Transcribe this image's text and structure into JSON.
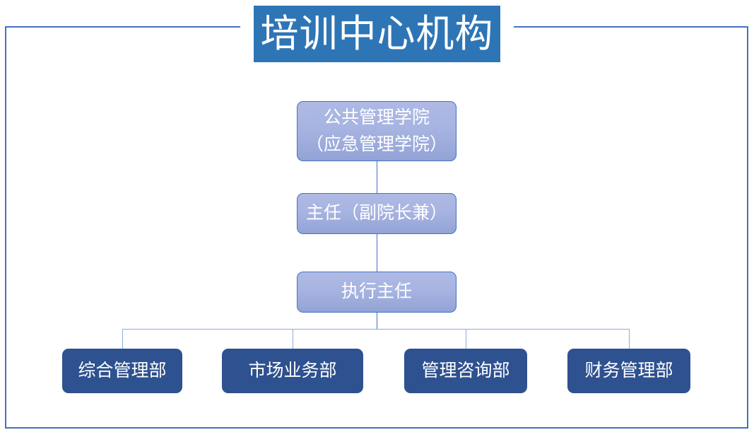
{
  "title": {
    "text": "培训中心机构",
    "background_color": "#2e75b6",
    "text_color": "#ffffff"
  },
  "frame": {
    "border_color": "#4472c4"
  },
  "chart_data": {
    "type": "diagram",
    "title": "培训中心机构",
    "diagram_kind": "organization-chart",
    "nodes": [
      {
        "id": "college",
        "level": 0,
        "lines": [
          "公共管理学院",
          "（应急管理学院）"
        ],
        "style": "light",
        "fill_top": "#aebae4",
        "fill_bottom": "#93a3d6",
        "border_color": "#4472c4",
        "text_color": "#ffffff"
      },
      {
        "id": "director",
        "level": 1,
        "lines": [
          "主任（副院长兼）"
        ],
        "style": "light",
        "fill_top": "#aebae4",
        "fill_bottom": "#93a3d6",
        "border_color": "#4472c4",
        "text_color": "#ffffff"
      },
      {
        "id": "executive-director",
        "level": 2,
        "lines": [
          "执行主任"
        ],
        "style": "light",
        "fill_top": "#aebae4",
        "fill_bottom": "#93a3d6",
        "border_color": "#4472c4",
        "text_color": "#ffffff"
      },
      {
        "id": "general-management",
        "level": 3,
        "lines": [
          "综合管理部"
        ],
        "style": "dark",
        "fill": "#2e518f",
        "text_color": "#ffffff"
      },
      {
        "id": "market-business",
        "level": 3,
        "lines": [
          "市场业务部"
        ],
        "style": "dark",
        "fill": "#2e518f",
        "text_color": "#ffffff"
      },
      {
        "id": "management-consulting",
        "level": 3,
        "lines": [
          "管理咨询部"
        ],
        "style": "dark",
        "fill": "#2e518f",
        "text_color": "#ffffff"
      },
      {
        "id": "finance-management",
        "level": 3,
        "lines": [
          "财务管理部"
        ],
        "style": "dark",
        "fill": "#2e518f",
        "text_color": "#ffffff"
      }
    ],
    "edges": [
      {
        "from": "college",
        "to": "director"
      },
      {
        "from": "director",
        "to": "executive-director"
      },
      {
        "from": "executive-director",
        "to": "general-management"
      },
      {
        "from": "executive-director",
        "to": "market-business"
      },
      {
        "from": "executive-director",
        "to": "management-consulting"
      },
      {
        "from": "executive-director",
        "to": "finance-management"
      }
    ],
    "connector_color": "#4472c4"
  }
}
